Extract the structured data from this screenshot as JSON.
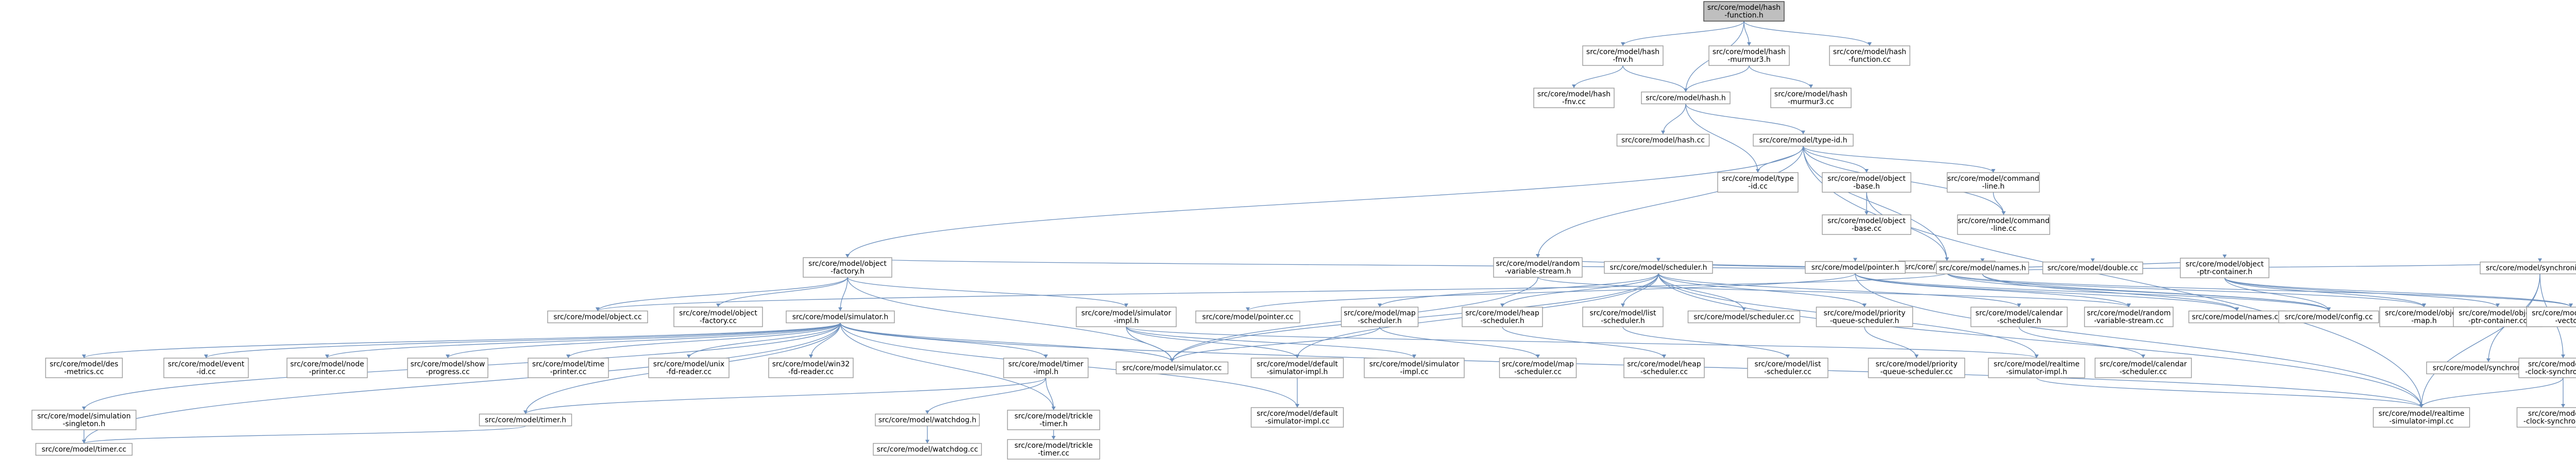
{
  "root": "n0",
  "colors": {
    "edge": "#6b8fbd",
    "node_border": "#9a9a9a",
    "root_fill": "#bfbfbf",
    "root_border": "#404040"
  },
  "nodes": [
    {
      "id": "n0",
      "lines": [
        "src/core/model/hash",
        "-function.h"
      ]
    },
    {
      "id": "n1",
      "lines": [
        "src/core/model/hash",
        "-fnv.h"
      ]
    },
    {
      "id": "n2",
      "lines": [
        "src/core/model/hash",
        "-murmur3.h"
      ]
    },
    {
      "id": "n3",
      "lines": [
        "src/core/model/hash",
        "-function.cc"
      ]
    },
    {
      "id": "n4",
      "lines": [
        "src/core/model/hash",
        "-fnv.cc"
      ]
    },
    {
      "id": "n5",
      "lines": [
        "src/core/model/hash.h"
      ]
    },
    {
      "id": "n6",
      "lines": [
        "src/core/model/hash",
        "-murmur3.cc"
      ]
    },
    {
      "id": "n7",
      "lines": [
        "src/core/model/hash.cc"
      ]
    },
    {
      "id": "n8",
      "lines": [
        "src/core/model/type-id.h"
      ]
    },
    {
      "id": "n9",
      "lines": [
        "src/core/model/type",
        "-id.cc"
      ]
    },
    {
      "id": "n10",
      "lines": [
        "src/core/model/object",
        "-base.h"
      ]
    },
    {
      "id": "n11",
      "lines": [
        "src/core/model/command",
        "-line.h"
      ]
    },
    {
      "id": "n12",
      "lines": [
        "src/core/model/object",
        "-base.cc"
      ]
    },
    {
      "id": "n13",
      "lines": [
        "src/core/model/command",
        "-line.cc"
      ]
    },
    {
      "id": "n14",
      "lines": [
        "src/core/model/object.h"
      ]
    },
    {
      "id": "n15",
      "lines": [
        "src/core/model/object",
        "-factory.h"
      ]
    },
    {
      "id": "n16",
      "lines": [
        "src/core/model/random",
        "-variable-stream.h"
      ]
    },
    {
      "id": "n17",
      "lines": [
        "src/core/model/scheduler.h"
      ]
    },
    {
      "id": "n18",
      "lines": [
        "src/core/model/pointer.h"
      ]
    },
    {
      "id": "n19",
      "lines": [
        "src/core/model/names.h"
      ]
    },
    {
      "id": "n20",
      "lines": [
        "src/core/model/double.cc"
      ]
    },
    {
      "id": "n21",
      "lines": [
        "src/core/model/object",
        "-ptr-container.h"
      ]
    },
    {
      "id": "n22",
      "lines": [
        "src/core/model/object.cc"
      ]
    },
    {
      "id": "n23",
      "lines": [
        "src/core/model/object",
        "-factory.cc"
      ]
    },
    {
      "id": "n24",
      "lines": [
        "src/core/model/simulator.h"
      ]
    },
    {
      "id": "n25",
      "lines": [
        "src/core/model/simulator",
        "-impl.h"
      ]
    },
    {
      "id": "n26",
      "lines": [
        "src/core/model/pointer.cc"
      ]
    },
    {
      "id": "n27",
      "lines": [
        "src/core/model/map",
        "-scheduler.h"
      ]
    },
    {
      "id": "n28",
      "lines": [
        "src/core/model/heap",
        "-scheduler.h"
      ]
    },
    {
      "id": "n29",
      "lines": [
        "src/core/model/list",
        "-scheduler.h"
      ]
    },
    {
      "id": "n30",
      "lines": [
        "src/core/model/scheduler.cc"
      ]
    },
    {
      "id": "n31",
      "lines": [
        "src/core/model/priority",
        "-queue-scheduler.h"
      ]
    },
    {
      "id": "n32",
      "lines": [
        "src/core/model/calendar",
        "-scheduler.h"
      ]
    },
    {
      "id": "n33",
      "lines": [
        "src/core/model/random",
        "-variable-stream.cc"
      ]
    },
    {
      "id": "n34",
      "lines": [
        "src/core/model/names.cc"
      ]
    },
    {
      "id": "n35",
      "lines": [
        "src/core/model/config.cc"
      ]
    },
    {
      "id": "n36",
      "lines": [
        "src/core/model/object",
        "-map.h"
      ]
    },
    {
      "id": "n37",
      "lines": [
        "src/core/model/object",
        "-ptr-container.cc"
      ]
    },
    {
      "id": "n38",
      "lines": [
        "src/core/model/object",
        "-vector.h"
      ]
    },
    {
      "id": "n39",
      "lines": [
        "src/core/model/synchronizer.h"
      ]
    },
    {
      "id": "n40",
      "lines": [
        "src/core/model/des",
        "-metrics.cc"
      ]
    },
    {
      "id": "n41",
      "lines": [
        "src/core/model/event",
        "-id.cc"
      ]
    },
    {
      "id": "n42",
      "lines": [
        "src/core/model/node",
        "-printer.cc"
      ]
    },
    {
      "id": "n43",
      "lines": [
        "src/core/model/show",
        "-progress.cc"
      ]
    },
    {
      "id": "n44",
      "lines": [
        "src/core/model/time",
        "-printer.cc"
      ]
    },
    {
      "id": "n45",
      "lines": [
        "src/core/model/unix",
        "-fd-reader.cc"
      ]
    },
    {
      "id": "n46",
      "lines": [
        "src/core/model/win32",
        "-fd-reader.cc"
      ]
    },
    {
      "id": "n47",
      "lines": [
        "src/core/model/timer",
        "-impl.h"
      ]
    },
    {
      "id": "n48",
      "lines": [
        "src/core/model/simulator.cc"
      ]
    },
    {
      "id": "n49",
      "lines": [
        "src/core/model/default",
        "-simulator-impl.h"
      ]
    },
    {
      "id": "n50",
      "lines": [
        "src/core/model/simulator",
        "-impl.cc"
      ]
    },
    {
      "id": "n51",
      "lines": [
        "src/core/model/map",
        "-scheduler.cc"
      ]
    },
    {
      "id": "n52",
      "lines": [
        "src/core/model/heap",
        "-scheduler.cc"
      ]
    },
    {
      "id": "n53",
      "lines": [
        "src/core/model/list",
        "-scheduler.cc"
      ]
    },
    {
      "id": "n54",
      "lines": [
        "src/core/model/priority",
        "-queue-scheduler.cc"
      ]
    },
    {
      "id": "n55",
      "lines": [
        "src/core/model/realtime",
        "-simulator-impl.h"
      ]
    },
    {
      "id": "n56",
      "lines": [
        "src/core/model/calendar",
        "-scheduler.cc"
      ]
    },
    {
      "id": "n57",
      "lines": [
        "src/core/model/synchronizer.cc"
      ]
    },
    {
      "id": "n58",
      "lines": [
        "src/core/model/wall",
        "-clock-synchronizer.h"
      ]
    },
    {
      "id": "n59",
      "lines": [
        "src/core/model/simulation",
        "-singleton.h"
      ]
    },
    {
      "id": "n60",
      "lines": [
        "src/core/model/timer.h"
      ]
    },
    {
      "id": "n61",
      "lines": [
        "src/core/model/watchdog.h"
      ]
    },
    {
      "id": "n62",
      "lines": [
        "src/core/model/trickle",
        "-timer.h"
      ]
    },
    {
      "id": "n63",
      "lines": [
        "src/core/model/default",
        "-simulator-impl.cc"
      ]
    },
    {
      "id": "n64",
      "lines": [
        "src/core/model/realtime",
        "-simulator-impl.cc"
      ]
    },
    {
      "id": "n65",
      "lines": [
        "src/core/model/wall",
        "-clock-synchronizer.cc"
      ]
    },
    {
      "id": "n66",
      "lines": [
        "src/core/model/timer.cc"
      ]
    },
    {
      "id": "n67",
      "lines": [
        "src/core/model/watchdog.cc"
      ]
    },
    {
      "id": "n68",
      "lines": [
        "src/core/model/trickle",
        "-timer.cc"
      ]
    }
  ],
  "edges": [
    [
      "n0",
      "n1"
    ],
    [
      "n0",
      "n2"
    ],
    [
      "n0",
      "n3"
    ],
    [
      "n0",
      "n5"
    ],
    [
      "n1",
      "n4"
    ],
    [
      "n1",
      "n5"
    ],
    [
      "n2",
      "n5"
    ],
    [
      "n2",
      "n6"
    ],
    [
      "n5",
      "n7"
    ],
    [
      "n5",
      "n8"
    ],
    [
      "n5",
      "n9"
    ],
    [
      "n8",
      "n9"
    ],
    [
      "n8",
      "n10"
    ],
    [
      "n8",
      "n11"
    ],
    [
      "n8",
      "n13"
    ],
    [
      "n8",
      "n14"
    ],
    [
      "n8",
      "n15"
    ],
    [
      "n8",
      "n16"
    ],
    [
      "n8",
      "n64"
    ],
    [
      "n10",
      "n12"
    ],
    [
      "n10",
      "n14"
    ],
    [
      "n11",
      "n13"
    ],
    [
      "n14",
      "n15"
    ],
    [
      "n14",
      "n16"
    ],
    [
      "n14",
      "n17"
    ],
    [
      "n14",
      "n18"
    ],
    [
      "n14",
      "n19"
    ],
    [
      "n14",
      "n20"
    ],
    [
      "n14",
      "n21"
    ],
    [
      "n14",
      "n22"
    ],
    [
      "n14",
      "n35"
    ],
    [
      "n14",
      "n36"
    ],
    [
      "n14",
      "n38"
    ],
    [
      "n14",
      "n39"
    ],
    [
      "n15",
      "n22"
    ],
    [
      "n15",
      "n23"
    ],
    [
      "n15",
      "n24"
    ],
    [
      "n15",
      "n25"
    ],
    [
      "n15",
      "n48"
    ],
    [
      "n16",
      "n33"
    ],
    [
      "n16",
      "n48"
    ],
    [
      "n17",
      "n27"
    ],
    [
      "n17",
      "n28"
    ],
    [
      "n17",
      "n29"
    ],
    [
      "n17",
      "n30"
    ],
    [
      "n17",
      "n31"
    ],
    [
      "n17",
      "n32"
    ],
    [
      "n17",
      "n48"
    ],
    [
      "n17",
      "n49"
    ],
    [
      "n17",
      "n55"
    ],
    [
      "n17",
      "n64"
    ],
    [
      "n18",
      "n26"
    ],
    [
      "n18",
      "n33"
    ],
    [
      "n18",
      "n34"
    ],
    [
      "n18",
      "n35"
    ],
    [
      "n18",
      "n64"
    ],
    [
      "n19",
      "n34"
    ],
    [
      "n19",
      "n35"
    ],
    [
      "n21",
      "n35"
    ],
    [
      "n21",
      "n36"
    ],
    [
      "n21",
      "n37"
    ],
    [
      "n21",
      "n38"
    ],
    [
      "n24",
      "n40"
    ],
    [
      "n24",
      "n41"
    ],
    [
      "n24",
      "n42"
    ],
    [
      "n24",
      "n43"
    ],
    [
      "n24",
      "n44"
    ],
    [
      "n24",
      "n45"
    ],
    [
      "n24",
      "n46"
    ],
    [
      "n24",
      "n47"
    ],
    [
      "n24",
      "n48"
    ],
    [
      "n24",
      "n59"
    ],
    [
      "n24",
      "n60"
    ],
    [
      "n24",
      "n62"
    ],
    [
      "n24",
      "n63"
    ],
    [
      "n24",
      "n64"
    ],
    [
      "n24",
      "n66"
    ],
    [
      "n25",
      "n48"
    ],
    [
      "n25",
      "n49"
    ],
    [
      "n25",
      "n50"
    ],
    [
      "n25",
      "n55"
    ],
    [
      "n27",
      "n48"
    ],
    [
      "n27",
      "n51"
    ],
    [
      "n28",
      "n52"
    ],
    [
      "n29",
      "n53"
    ],
    [
      "n31",
      "n54"
    ],
    [
      "n32",
      "n56"
    ],
    [
      "n39",
      "n57"
    ],
    [
      "n39",
      "n58"
    ],
    [
      "n39",
      "n64"
    ],
    [
      "n47",
      "n60"
    ],
    [
      "n47",
      "n61"
    ],
    [
      "n47",
      "n62"
    ],
    [
      "n49",
      "n63"
    ],
    [
      "n55",
      "n64"
    ],
    [
      "n58",
      "n64"
    ],
    [
      "n58",
      "n65"
    ],
    [
      "n59",
      "n66"
    ],
    [
      "n60",
      "n66"
    ],
    [
      "n61",
      "n67"
    ],
    [
      "n62",
      "n68"
    ]
  ]
}
